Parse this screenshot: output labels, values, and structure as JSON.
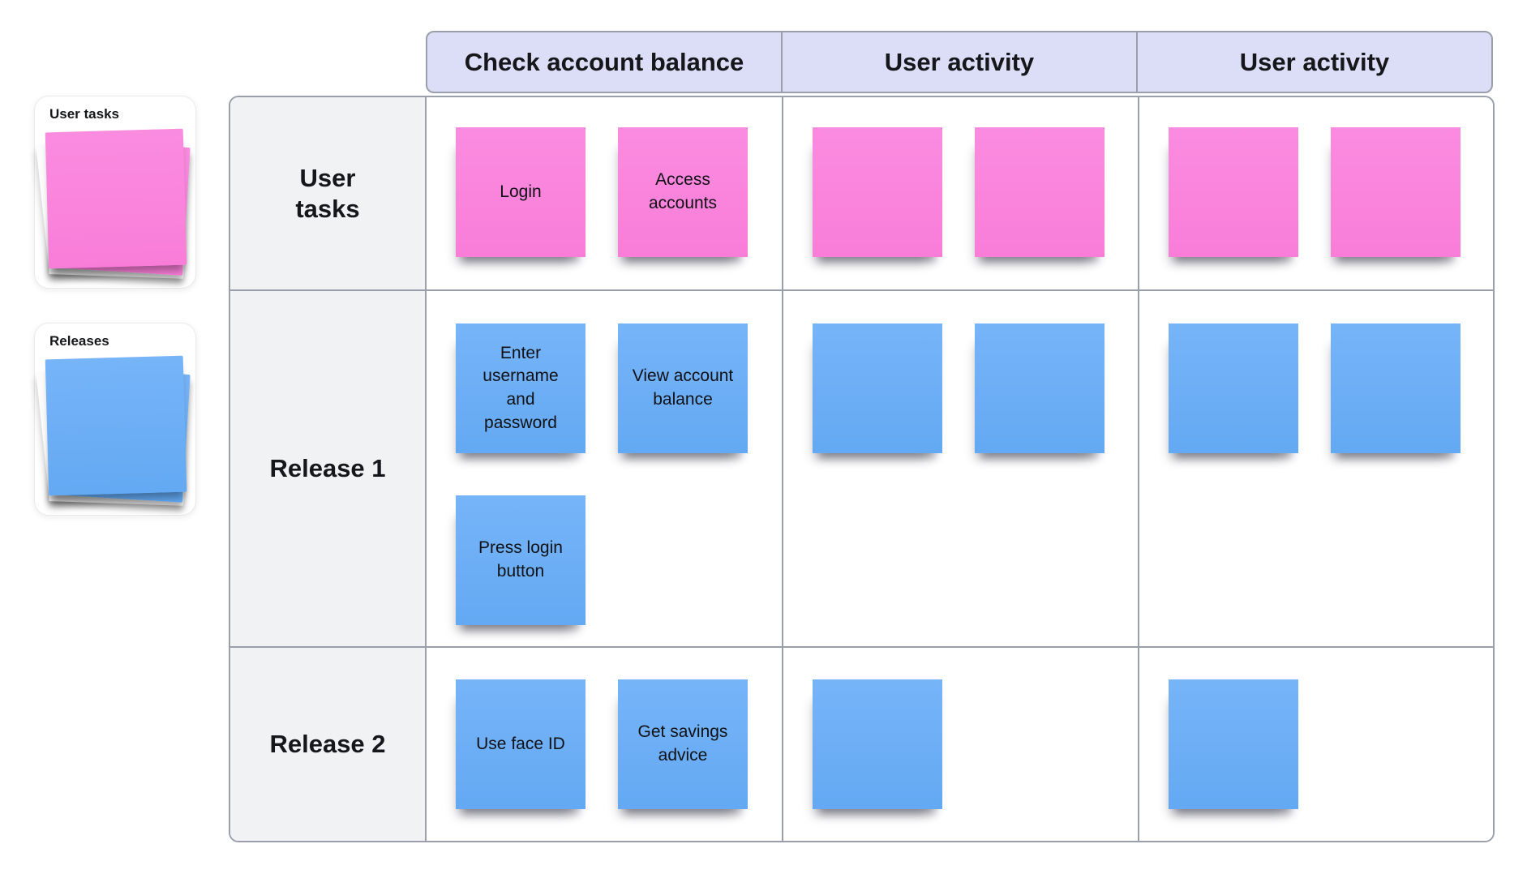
{
  "palette": {
    "pink": "#f97dd8",
    "pinkLight": "#fa8ce0",
    "blue": "#63a9f3",
    "blueLight": "#77b4f8",
    "headerBg": "#dcddf7",
    "gridBorder": "#99a0ac",
    "rowHeaderBg": "#f1f2f4",
    "cardBorder": "#e9eaee",
    "text": "#15171a"
  },
  "sidebar": {
    "cards": [
      {
        "label": "User tasks",
        "color": "pink"
      },
      {
        "label": "Releases",
        "color": "blue"
      }
    ]
  },
  "board": {
    "columns": [
      {
        "label": "Check account balance"
      },
      {
        "label": "User activity"
      },
      {
        "label": "User activity"
      }
    ],
    "rows": [
      {
        "label": "User\ntasks"
      },
      {
        "label": "Release 1"
      },
      {
        "label": "Release 2"
      }
    ],
    "notes": [
      {
        "row": 0,
        "col": 0,
        "slot": 0,
        "lane": 0,
        "color": "pink",
        "text": "Login"
      },
      {
        "row": 0,
        "col": 0,
        "slot": 1,
        "lane": 0,
        "color": "pink",
        "text": "Access\naccounts"
      },
      {
        "row": 0,
        "col": 1,
        "slot": 0,
        "lane": 0,
        "color": "pink",
        "text": ""
      },
      {
        "row": 0,
        "col": 1,
        "slot": 1,
        "lane": 0,
        "color": "pink",
        "text": ""
      },
      {
        "row": 0,
        "col": 2,
        "slot": 0,
        "lane": 0,
        "color": "pink",
        "text": ""
      },
      {
        "row": 0,
        "col": 2,
        "slot": 1,
        "lane": 0,
        "color": "pink",
        "text": ""
      },
      {
        "row": 1,
        "col": 0,
        "slot": 0,
        "lane": 0,
        "color": "blue",
        "text": "Enter\nusername\nand\npassword"
      },
      {
        "row": 1,
        "col": 0,
        "slot": 1,
        "lane": 0,
        "color": "blue",
        "text": "View account\nbalance"
      },
      {
        "row": 1,
        "col": 0,
        "slot": 0,
        "lane": 1,
        "color": "blue",
        "text": "Press login\nbutton"
      },
      {
        "row": 1,
        "col": 1,
        "slot": 0,
        "lane": 0,
        "color": "blue",
        "text": ""
      },
      {
        "row": 1,
        "col": 1,
        "slot": 1,
        "lane": 0,
        "color": "blue",
        "text": ""
      },
      {
        "row": 1,
        "col": 2,
        "slot": 0,
        "lane": 0,
        "color": "blue",
        "text": ""
      },
      {
        "row": 1,
        "col": 2,
        "slot": 1,
        "lane": 0,
        "color": "blue",
        "text": ""
      },
      {
        "row": 2,
        "col": 0,
        "slot": 0,
        "lane": 0,
        "color": "blue",
        "text": "Use face ID"
      },
      {
        "row": 2,
        "col": 0,
        "slot": 1,
        "lane": 0,
        "color": "blue",
        "text": "Get savings\nadvice"
      },
      {
        "row": 2,
        "col": 1,
        "slot": 0,
        "lane": 0,
        "color": "blue",
        "text": ""
      },
      {
        "row": 2,
        "col": 2,
        "slot": 0,
        "lane": 0,
        "color": "blue",
        "text": ""
      }
    ]
  }
}
